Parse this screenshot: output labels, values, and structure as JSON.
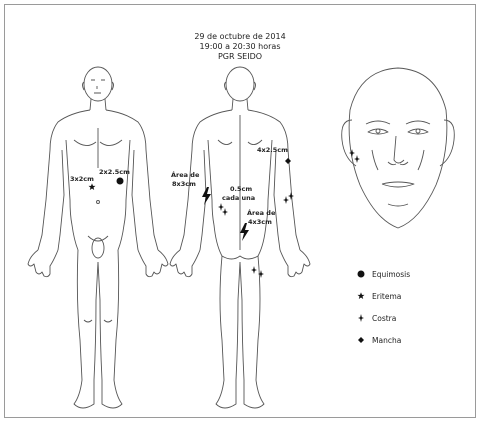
{
  "header": {
    "date": "29 de octubre de 2014",
    "time": "19:00 a 20:30 horas",
    "institution": "PGR SEIDO"
  },
  "annotations": {
    "front_left": "3x2cm",
    "front_right": "2x2.5cm",
    "back_area1_line1": "Área de",
    "back_area1_line2": "8x3cm",
    "back_size_line1": "0.5cm",
    "back_size_line2": "cada una",
    "back_area2_line1": "Área de",
    "back_area2_line2": "4x3cm",
    "back_arm": "4x2.5cm"
  },
  "legend": [
    {
      "icon": "filled-circle-icon",
      "label": "Equimosis"
    },
    {
      "icon": "star-icon",
      "label": "Eritema"
    },
    {
      "icon": "sparkle-icon",
      "label": "Costra"
    },
    {
      "icon": "diamond-icon",
      "label": "Mancha"
    }
  ],
  "colors": {
    "outline": "#555555",
    "mark": "#111111",
    "text": "#222222"
  }
}
